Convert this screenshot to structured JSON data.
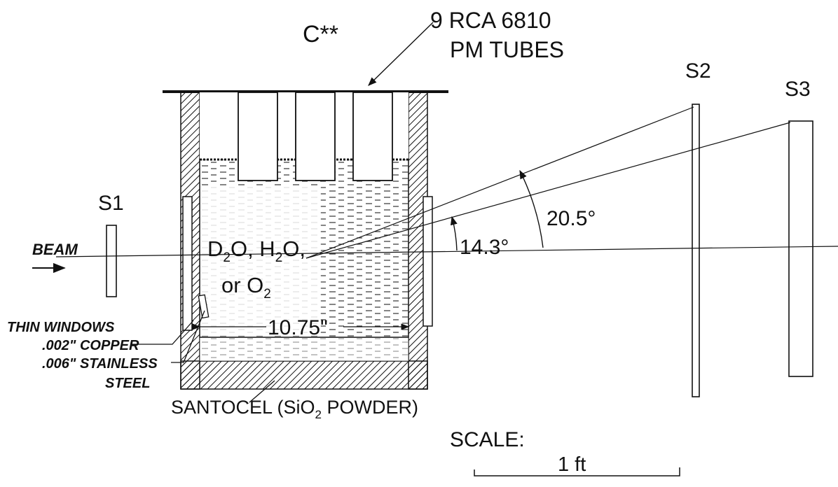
{
  "labels": {
    "c_star": "C**",
    "pm_tubes_line1": "9 RCA 6810",
    "pm_tubes_line2": "PM TUBES",
    "s1": "S1",
    "s2": "S2",
    "s3": "S3",
    "beam": "BEAM",
    "liquid_line1_prefix": "D",
    "liquid_line1_sub1": "2",
    "liquid_line1_mid": "O, H",
    "liquid_line1_sub2": "2",
    "liquid_line1_suffix": "O,",
    "liquid_line2_prefix": "or O",
    "liquid_line2_sub": "2",
    "angle_small": "14.3°",
    "angle_large": "20.5°",
    "width": "10.75\"",
    "thin_windows": "THIN WINDOWS",
    "copper": ".002\" COPPER",
    "stainless_1": ".006\" STAINLESS",
    "stainless_2": "STEEL",
    "santocel_prefix": "SANTOCEL (SiO",
    "santocel_sub": "2",
    "santocel_suffix": " POWDER)",
    "scale": "SCALE:",
    "scale_length": "1 ft"
  },
  "colors": {
    "ink": "#111111",
    "paper": "#ffffff"
  }
}
